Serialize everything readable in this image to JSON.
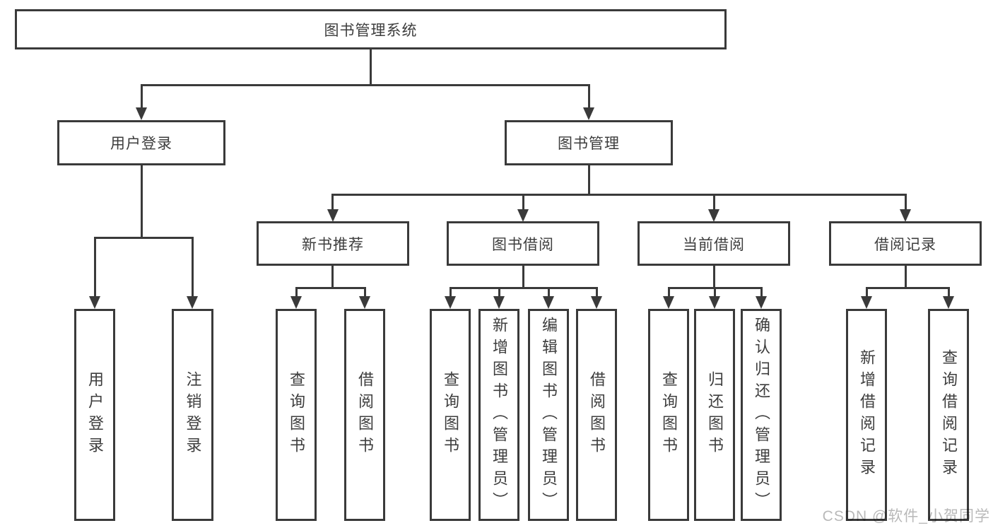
{
  "diagram": {
    "root": {
      "label": "图书管理系统"
    },
    "level1": [
      {
        "label": "用户登录"
      },
      {
        "label": "图书管理"
      }
    ],
    "level2": [
      {
        "label": "新书推荐"
      },
      {
        "label": "图书借阅"
      },
      {
        "label": "当前借阅"
      },
      {
        "label": "借阅记录"
      }
    ],
    "leaves": [
      {
        "label": "用户登录"
      },
      {
        "label": "注销登录"
      },
      {
        "label": "查询图书"
      },
      {
        "label": "借阅图书"
      },
      {
        "label": "查询图书"
      },
      {
        "label": "新增图书（管理员）"
      },
      {
        "label": "编辑图书（管理员）"
      },
      {
        "label": "借阅图书"
      },
      {
        "label": "查询图书"
      },
      {
        "label": "归还图书"
      },
      {
        "label": "确认归还（管理员）"
      },
      {
        "label": "新增借阅记录"
      },
      {
        "label": "查询借阅记录"
      }
    ],
    "colors": {
      "line": "#3a3a3a",
      "text": "#3d3d3d",
      "box_background": "#ffffff",
      "watermark": "#b9b9b9"
    }
  },
  "watermark": {
    "text": "CSDN @软件_小贺同学"
  }
}
